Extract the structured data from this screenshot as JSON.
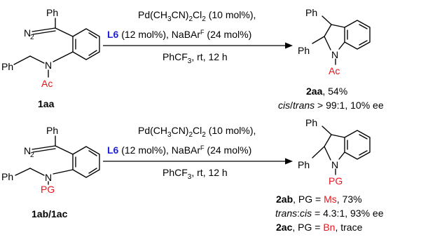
{
  "colors": {
    "protecting_group": "#e8141c",
    "ligand": "#1e22d6",
    "ink": "#000000"
  },
  "atoms": {
    "Ph": "Ph",
    "N": "N",
    "N2": "N",
    "sub2": "2",
    "Ac": "Ac",
    "PG": "PG"
  },
  "reaction1": {
    "reactant_label": "1aa",
    "catalyst_pre": "Pd(CH",
    "catalyst_sub3": "3",
    "catalyst_mid": "CN)",
    "catalyst_sub2": "2",
    "catalyst_post": "Cl",
    "catalyst_sub2b": "2",
    "catalyst_loading": " (10 mol%),",
    "ligand": "L6",
    "ligand_loading": " (12 mol%), NaBAr",
    "additive_sup": "F",
    "additive_loading": " (24 mol%)",
    "solvent_pre": "PhCF",
    "solvent_sub": "3",
    "solvent_post": ", rt, 12 h",
    "product_label": "2aa",
    "product_yield": ", 54%",
    "ratio_cis": "cis",
    "ratio_slash": "/",
    "ratio_trans": "trans",
    "ratio_value": " > 99:1, 10% ee"
  },
  "reaction2": {
    "reactant_label": "1ab/1ac",
    "catalyst_pre": "Pd(CH",
    "catalyst_sub3": "3",
    "catalyst_mid": "CN)",
    "catalyst_sub2": "2",
    "catalyst_post": "Cl",
    "catalyst_sub2b": "2",
    "catalyst_loading": " (10 mol%),",
    "ligand": "L6",
    "ligand_loading": " (12 mol%), NaBAr",
    "additive_sup": "F",
    "additive_loading": " (24 mol%)",
    "solvent_pre": "PhCF",
    "solvent_sub": "3",
    "solvent_post": ", rt, 12 h",
    "product_ab_label": "2ab",
    "product_ab_pg_text": ", PG = ",
    "product_ab_pg": "Ms",
    "product_ab_yield": ", 73%",
    "ratio_trans": "trans",
    "ratio_colon": ":",
    "ratio_cis": "cis",
    "ratio_value": " = 4.3:1, 93% ee",
    "product_ac_label": "2ac",
    "product_ac_pg_text": ", PG = ",
    "product_ac_pg": "Bn",
    "product_ac_yield": ", trace"
  }
}
